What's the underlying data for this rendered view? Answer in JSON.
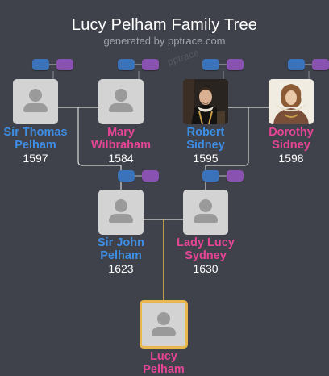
{
  "header": {
    "title": "Lucy Pelham Family Tree",
    "subtitle": "generated by pptrace.com",
    "watermark": "pptrace"
  },
  "colors": {
    "background": "#3f424a",
    "male_name": "#3d8ee6",
    "female_name": "#e64596",
    "connector": "#d8d8d8",
    "selected_connector": "#e8b84e",
    "father_button": "#3a73b9",
    "mother_button": "#8a52b0"
  },
  "people": {
    "thomas": {
      "name_line1": "Sir Thomas",
      "name_line2": "Pelham",
      "year": "1597",
      "gender": "male"
    },
    "mary": {
      "name_line1": "Mary",
      "name_line2": "Wilbraham",
      "year": "1584",
      "gender": "female"
    },
    "robert": {
      "name_line1": "Robert",
      "name_line2": "Sidney",
      "year": "1595",
      "gender": "male"
    },
    "dorothy": {
      "name_line1": "Dorothy",
      "name_line2": "Sidney",
      "year": "1598",
      "gender": "female"
    },
    "john": {
      "name_line1": "Sir John",
      "name_line2": "Pelham",
      "year": "1623",
      "gender": "male"
    },
    "lucy_sydney": {
      "name_line1": "Lady Lucy",
      "name_line2": "Sydney",
      "year": "1630",
      "gender": "female"
    },
    "lucy": {
      "name_line1": "Lucy",
      "name_line2": "Pelham",
      "gender": "female",
      "selected": true
    }
  }
}
